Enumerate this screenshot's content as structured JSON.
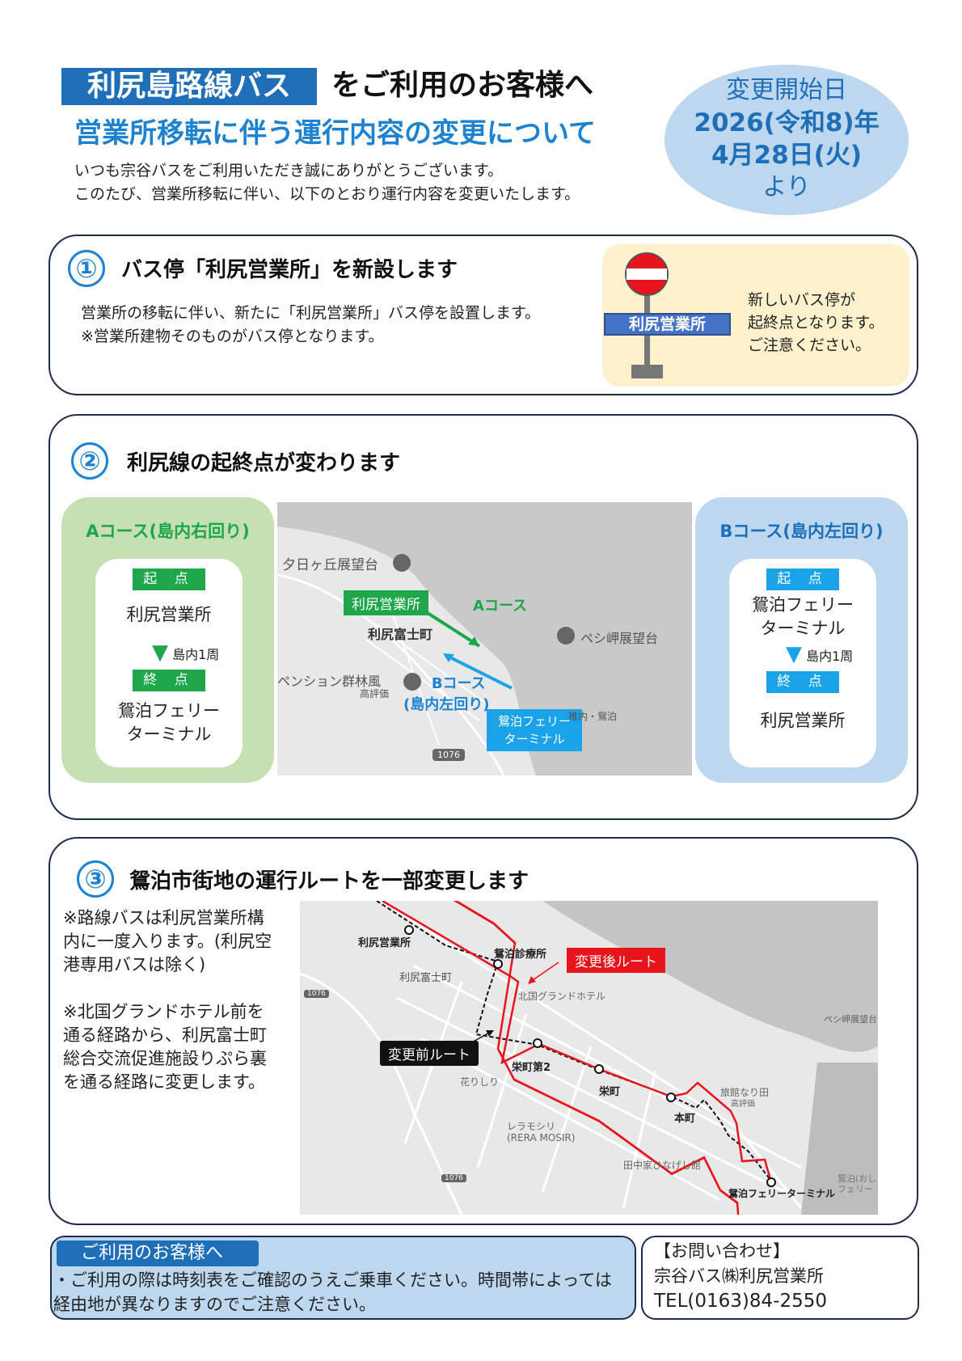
{
  "header": {
    "title_box": "利尻島路線バス",
    "title_rest": "をご利用のお客様へ",
    "subtitle": "営業所移転に伴う運行内容の変更について",
    "intro": [
      "いつも宗谷バスをご利用いただき誠にありがとうございます。",
      "このたび、営業所移転に伴い、以下のとおり運行内容を変更いたします。"
    ]
  },
  "start_date": {
    "label": "変更開始日",
    "year": "2026(令和8)年",
    "day": "4月28日(火)",
    "suffix": "より"
  },
  "section1": {
    "num": "①",
    "heading": "バス停「利尻営業所」を新設します",
    "body": [
      "営業所の移転に伴い、新たに「利尻営業所」バス停を設置します。",
      "※営業所建物そのものがバス停となります。"
    ],
    "sign_label": "利尻営業所",
    "note": [
      "新しいバス停が",
      "起終点となります。",
      "ご注意ください。"
    ]
  },
  "section2": {
    "num": "②",
    "heading": "利尻線の起終点が変わります",
    "course_a": {
      "title": "Aコース(島内右回り)",
      "start_badge": "起 点",
      "start": "利尻営業所",
      "loop": "島内1周",
      "end_badge": "終 点",
      "end": [
        "鴛泊フェリー",
        "ターミナル"
      ]
    },
    "course_b": {
      "title": "Bコース(島内左回り)",
      "start_badge": "起 点",
      "start": [
        "鴛泊フェリー",
        "ターミナル"
      ],
      "loop": "島内1周",
      "end_badge": "終 点",
      "end": "利尻営業所"
    },
    "map": {
      "yuhigaoka": "夕日ヶ丘展望台",
      "office_tag": "利尻営業所",
      "a_course": "Aコース",
      "fujicho": "利尻富士町",
      "peshi": "ペシ岬展望台",
      "pension": "ペンション群林風",
      "pension_sub": "高評価",
      "b_course": "Bコース",
      "b_course_sub": "(島内左回り)",
      "ferry_tag": [
        "鴛泊フェリー",
        "ターミナル"
      ],
      "road": "1076",
      "route": "稚内・鴛泊"
    }
  },
  "section3": {
    "num": "③",
    "heading": "鴛泊市街地の運行ルートを一部変更します",
    "notes": [
      [
        "※路線バスは利尻営業所構",
        "内に一度入ります。(利尻空",
        "港専用バスは除く)"
      ],
      [
        "※北国グランドホテル前を",
        "通る経路から、利尻富士町",
        "総合交流促進施設りぷら裏",
        "を通る経路に変更します。"
      ]
    ],
    "map": {
      "office": "利尻営業所",
      "clinic": "鴛泊診療所",
      "after_route": "変更後ルート",
      "fujicho": "利尻富士町",
      "hotel": "北国グランドホテル",
      "peshi": "ペシ岬展望台",
      "before_route": "変更前ルート",
      "sakae2": "栄町第2",
      "hanarishiri": "花りしり",
      "sakae": "栄町",
      "ryokan": "旅館なり田",
      "ryokan_sub": "高評価",
      "honcho": "本町",
      "rera": "レラモシリ",
      "rera_sub": "(RERA MOSIR)",
      "tanaka": "田中家ひなげし館",
      "ferry": "鴛泊フェリーターミナル",
      "ferry2": "鴛泊(おし",
      "ferry3": "フェリー",
      "road": "1076"
    }
  },
  "footer": {
    "notice_title": "ご利用のお客様へ",
    "notice": [
      "・ご利用の際は時刻表をご確認のうえご乗車ください。時間帯によっては",
      "経由地が異なりますのでご注意ください。"
    ],
    "contact_title": "【お問い合わせ】",
    "contact_name": "宗谷バス㈱利尻営業所",
    "contact_tel": "TEL(0163)84-2550"
  },
  "colors": {
    "blue": "#1e6fb8",
    "green": "#1ea64a",
    "cyan": "#1aa3e8",
    "red": "#e8141c"
  }
}
